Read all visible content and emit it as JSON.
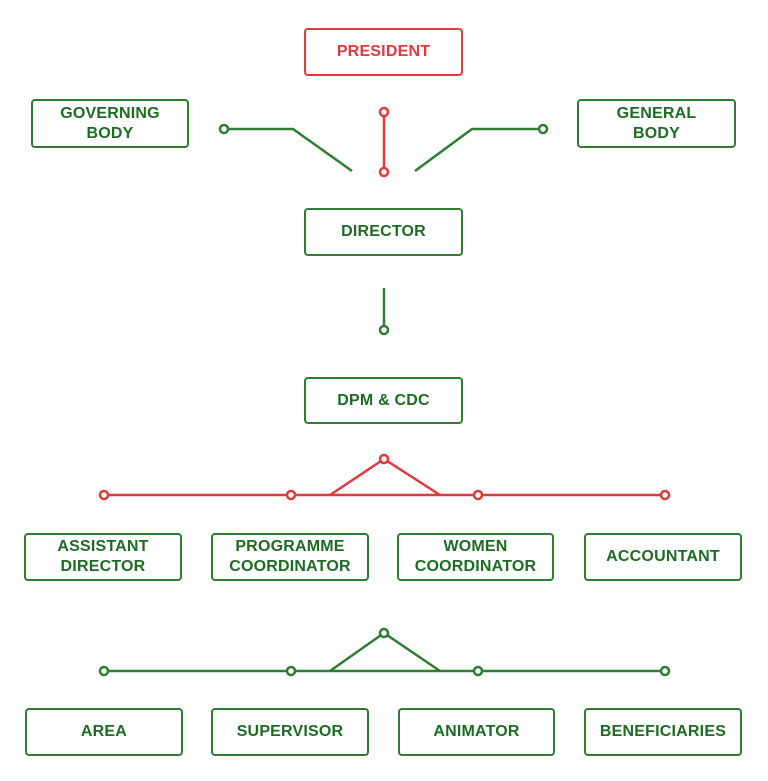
{
  "colors": {
    "green": "#2e7d32",
    "red": "#e0393e",
    "background": "#ffffff"
  },
  "nodes": {
    "president": "PRESIDENT",
    "governing_body": "GOVERNING\nBODY",
    "general_body": "GENERAL\nBODY",
    "director": "DIRECTOR",
    "dpm_cdc": "DPM & CDC",
    "assistant_director": "ASSISTANT\nDIRECTOR",
    "programme_coordinator": "PROGRAMME\nCOORDINATOR",
    "women_coordinator": "WOMEN\nCOORDINATOR",
    "accountant": "ACCOUNTANT",
    "area": "AREA",
    "supervisor": "SUPERVISOR",
    "animator": "ANIMATOR",
    "beneficiaries": "BENEFICIARIES"
  }
}
